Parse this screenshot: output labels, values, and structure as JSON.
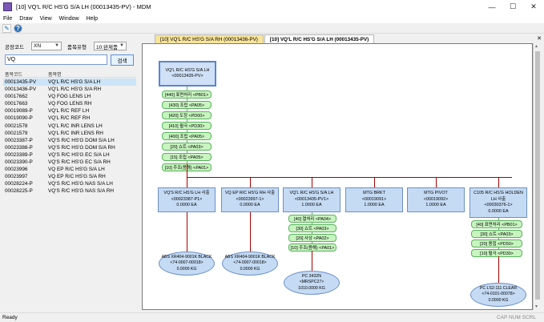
{
  "app": {
    "title": "[10] VQ'L R/C HS'G S/A LH (00013435-PV) - MDM"
  },
  "window_buttons": {
    "minimize": "—",
    "maximize": "☐",
    "close": "✕"
  },
  "menu": [
    "File",
    "Draw",
    "View",
    "Window",
    "Help"
  ],
  "toolbar": {
    "edit_icon": "✎",
    "help_icon": "?"
  },
  "filter": {
    "plant_label": "공장코드",
    "plant_value": "XN",
    "type_label": "품목유형",
    "type_value": "10:완제품",
    "search_value": "VQ",
    "search_button": "검색"
  },
  "list": {
    "col_code": "품목코드",
    "col_name": "품목명",
    "rows": [
      {
        "code": "00013435-PV",
        "name": "VQ'L R/C HS'G S/A LH"
      },
      {
        "code": "00013436-PV",
        "name": "VQ'L R/C HS'G S/A RH"
      },
      {
        "code": "00017662",
        "name": "VQ FOG LENS  LH"
      },
      {
        "code": "00017663",
        "name": "VQ FOG LENS  RH"
      },
      {
        "code": "00019089-P",
        "name": "VQ'L R/C REF LH"
      },
      {
        "code": "00019090-P",
        "name": "VQ'L R/C REF RH"
      },
      {
        "code": "00021578",
        "name": "VQ'L R/C INR LENS LH"
      },
      {
        "code": "00021579",
        "name": "VQ'L R/C INR LENS RH"
      },
      {
        "code": "00023387-P",
        "name": "VQ'S R/C HS'G DOM S/A LH"
      },
      {
        "code": "00023388-P",
        "name": "VQ'S R/C HS'G DOM S/A RH"
      },
      {
        "code": "00023389-P",
        "name": "VQ'S R/C HS'G EC S/A LH"
      },
      {
        "code": "00023390-P",
        "name": "VQ'S R/C HS'G EC S/A RH"
      },
      {
        "code": "00023996",
        "name": "VQ EP R/C HS'G S/A LH"
      },
      {
        "code": "00023997",
        "name": "VQ EP R/C HS'G S/A RH"
      },
      {
        "code": "00028224-P",
        "name": "VQ'S R/C HS'G NAS S/A LH"
      },
      {
        "code": "00028225-P",
        "name": "VQ'S R/C HS'G NAS S/A RH"
      }
    ]
  },
  "tabs": [
    {
      "label": "[10] VQ'L R/C HS'G S/A RH (00013436-PV)",
      "active": false
    },
    {
      "label": "[10] VQ'L R/C HS'G S/A LH (00013435-PV)",
      "active": true
    }
  ],
  "tab_close": "✕",
  "diagram": {
    "root": [
      "VQ'L R/C HS'G S/A LH",
      "<00013435-PV>"
    ],
    "root_ops": [
      "[440] 표면처리 <PB01>",
      "[430] 조립 <PA05>",
      "[420] 도장 <PD00>",
      "[410] 펄극 <PD30>",
      "[400] 조립 <PA05>",
      "[20] 쇼트 <PA03>",
      "[15] 조립 <PA05>",
      "[10] 주조(용해) <PA01>"
    ],
    "children": [
      [
        "VQ'S R/C HS'G LH 사출",
        "<00023387-P1>",
        "0.0000 EA"
      ],
      [
        "VQ EP R/C HS'G RH 사출",
        "<00023997-1>",
        "0.0000 EA"
      ],
      [
        "VQ'L R/C HS'G S/A LH",
        "<00013435-PV1>",
        "1.0000 EA"
      ],
      [
        "MTG BRKT",
        "<00019091>",
        "1.0000 EA"
      ],
      [
        "MTG PIVOT",
        "<00019092>",
        "1.0000 EA"
      ],
      [
        "C105 R/C HS'G HOLDEN",
        "LH 사출",
        "<00030376-1>",
        "0.0000 EA"
      ]
    ],
    "mid_ops": [
      "[40] 열처리 <PA04>",
      "[30] 쇼트 <PA03>",
      "[20] 사상 <PA02>",
      "[10] 주조(용해) <PA01>"
    ],
    "right_ops": [
      "[40] 표면처리 <PB01>",
      "[30] 쇼트 <PA03>",
      "[20] 용접 <PD50>",
      "[10] 펄극 <PD30>"
    ],
    "materials": [
      [
        "ABS XR404-9001K BLACK",
        "<74-0007-00018>",
        "0.0000 KG"
      ],
      [
        "ABS XR404-9001K BLACK",
        "<74-0007-00018>",
        "0.0000 KG"
      ],
      [
        "PC 3432N",
        "<MRSPC27>",
        "1010.0000 KG"
      ],
      [
        "PC LS2-111 CLEAR",
        "<74-0101-00078>",
        "0.0000 KG"
      ]
    ]
  },
  "status": {
    "text": "Ready",
    "indicators": "CAP  NUM  SCRL"
  }
}
